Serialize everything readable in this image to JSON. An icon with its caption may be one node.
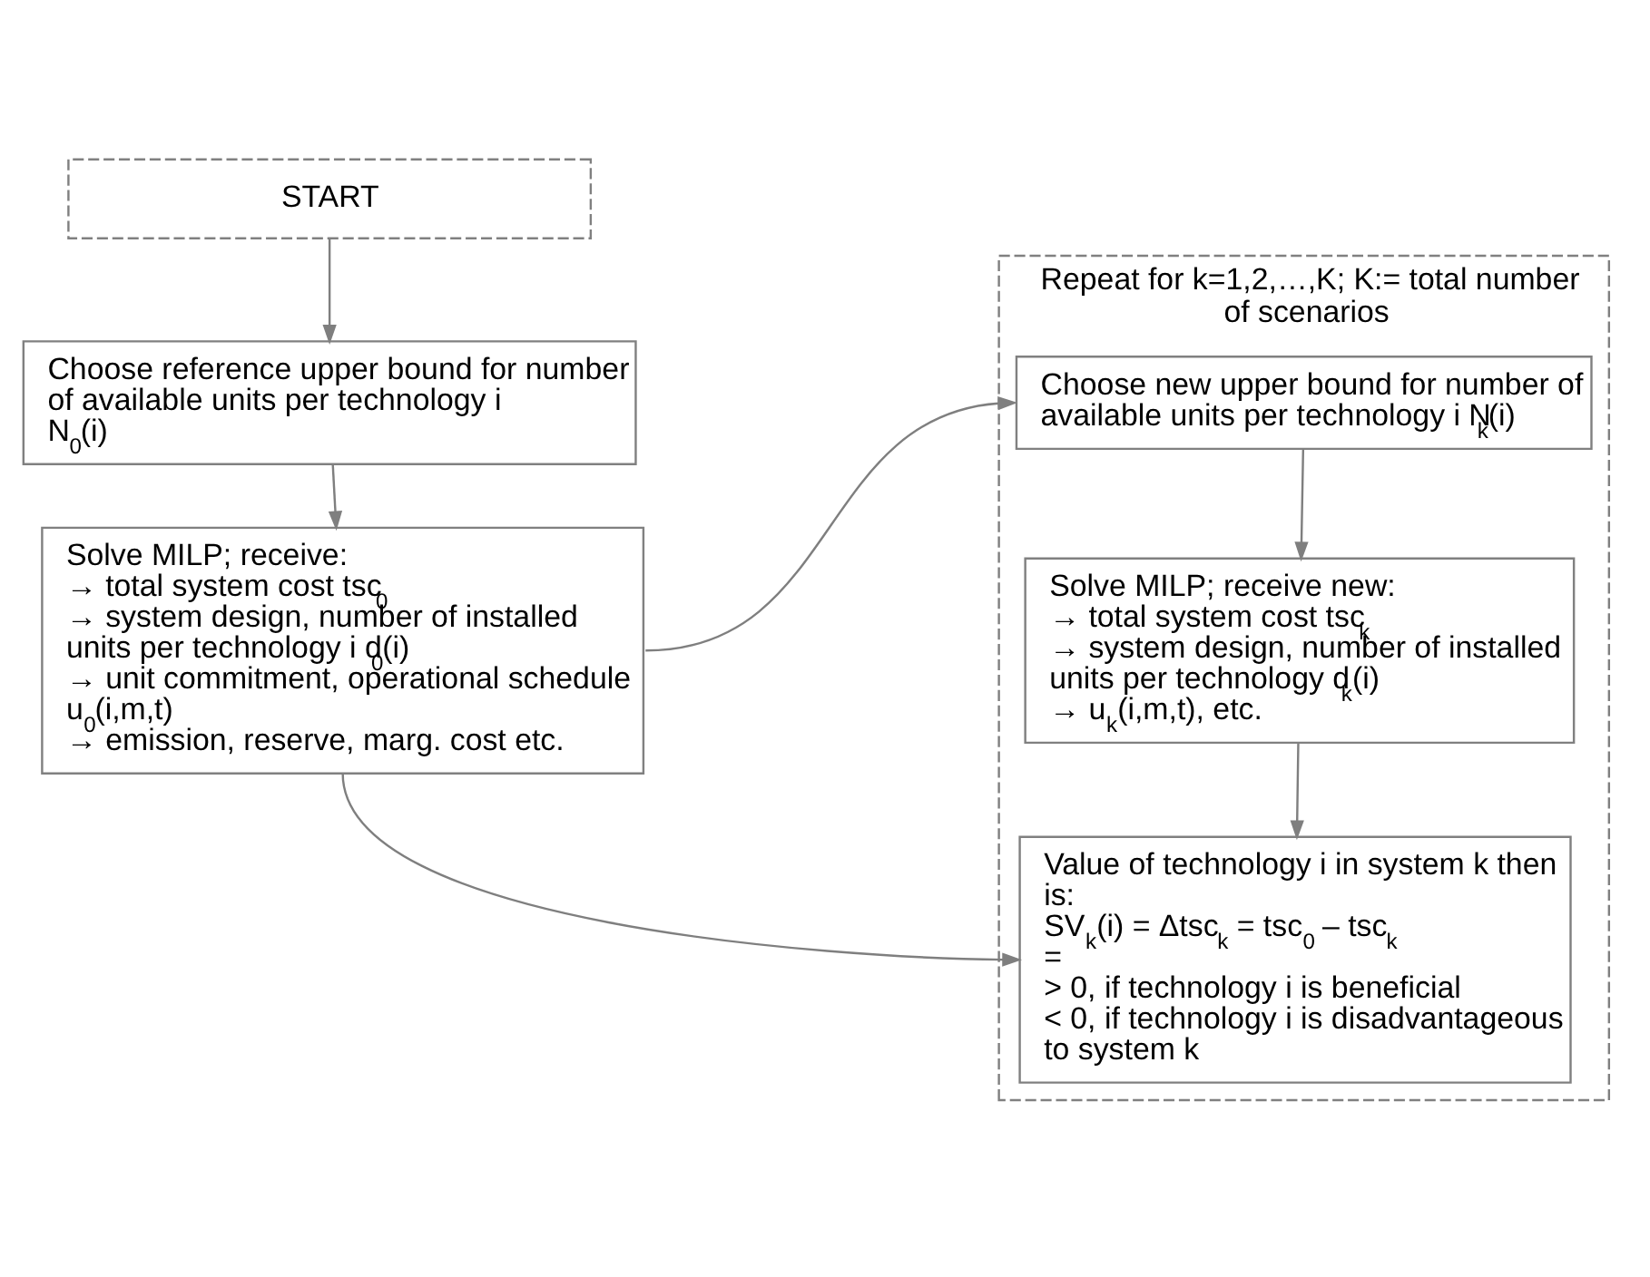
{
  "diagram": {
    "nodes": [
      {
        "text": [
          "START"
        ]
      },
      {
        "text": [
          "Choose reference upper bound for number of available units per technology i N$_{0}$(i)"
        ]
      },
      {
        "text": [
          "Solve MILP; receive:",
          "→ total system cost tsc$_{0}$",
          "→ system design, number of installed units per technology i d$_{0}$(i)",
          "→ unit commitment, operational schedule u$_{0}$(i,m,t)",
          "→ emission, reserve, marg. cost etc."
        ]
      },
      {
        "text": [
          "Repeat for k=1,2,…,K; K:= total number of scenarios"
        ]
      },
      {
        "text": [
          "Choose new upper bound for number of available units per technology i N$_{k}$(i)"
        ],
        "in": 3
      },
      {
        "text": [
          "Solve MILP; receive new:",
          "→ total system cost tsc$_{k}$",
          "→ system design, number of installed units per technology d$_{k}$(i)",
          "→ u$_{k}$(i,m,t), etc."
        ],
        "in": 3
      },
      {
        "text": [
          "Value of technology i in system k then is:",
          "SV$_{k}$(i) = Δtsc$_{k}$ = tsc$_{0}$ – tsc$_{k}$",
          "=",
          "> 0, if technology i is beneficial",
          "< 0, if technology i is disadvantageous to system k"
        ],
        "in": 3
      }
    ],
    "edges": [
      {
        "from": 0,
        "to": 1,
        "arrow": "to"
      },
      {
        "from": 1,
        "to": 2,
        "arrow": "to"
      },
      {
        "from": 2,
        "to": 4,
        "arrow": "to"
      },
      {
        "from": 4,
        "to": 5,
        "arrow": "to"
      },
      {
        "from": 5,
        "to": 6,
        "arrow": "to"
      },
      {
        "from": 2,
        "to": 6,
        "arrow": "to"
      }
    ]
  }
}
